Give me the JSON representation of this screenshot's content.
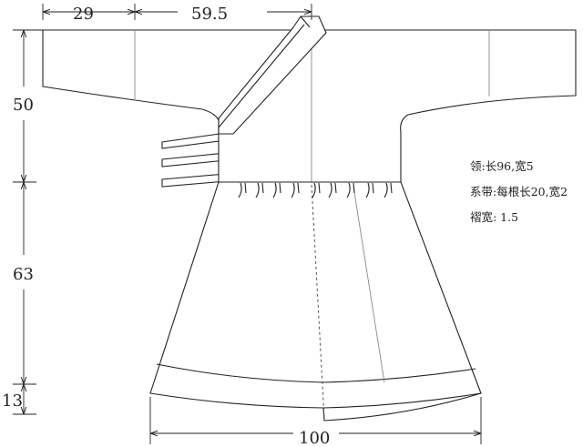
{
  "dimensions": {
    "cuff_width": "29",
    "sleeve_length": "59.5",
    "upper_body_height": "50",
    "skirt_height": "63",
    "hem_band_height": "13",
    "hem_width": "100"
  },
  "notes": {
    "collar": "领:长96,宽5",
    "ties": "系带:每根长20,宽2",
    "pleat": "褶宽: 1.5"
  }
}
